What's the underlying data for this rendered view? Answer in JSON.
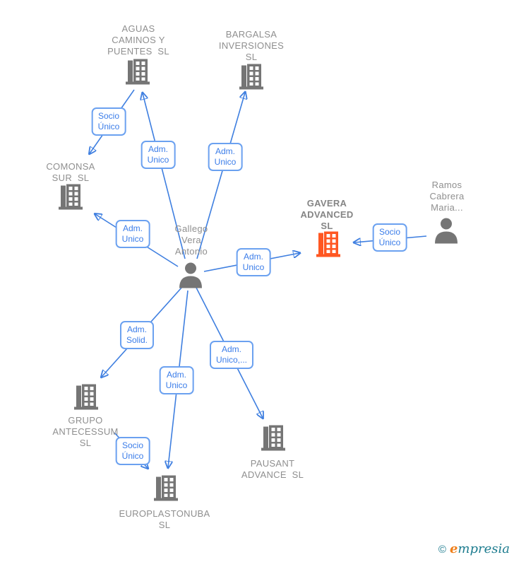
{
  "diagram": {
    "nodes": [
      {
        "id": "aguas",
        "type": "company",
        "label": "AGUAS\nCAMINOS Y\nPUENTES  SL"
      },
      {
        "id": "bargalsa",
        "type": "company",
        "label": "BARGALSA\nINVERSIONES\nSL"
      },
      {
        "id": "comonsa",
        "type": "company",
        "label": "COMONSA\nSUR  SL"
      },
      {
        "id": "gavera",
        "type": "company",
        "label": "GAVERA\nADVANCED\nSL",
        "highlighted": true
      },
      {
        "id": "ramos",
        "type": "person",
        "label": "Ramos\nCabrera\nMaria..."
      },
      {
        "id": "gallego",
        "type": "person",
        "label": "Gallego\nVera\nAntonio"
      },
      {
        "id": "grupo",
        "type": "company",
        "label": "GRUPO\nANTECESSUM\nSL"
      },
      {
        "id": "europlastonuba",
        "type": "company",
        "label": "EUROPLASTONUBA\nSL"
      },
      {
        "id": "pausant",
        "type": "company",
        "label": "PAUSANT\nADVANCE  SL"
      }
    ],
    "edges": [
      {
        "from": "aguas",
        "to": "comonsa",
        "label": "Socio\nÚnico"
      },
      {
        "from": "gallego",
        "to": "aguas",
        "label": "Adm.\nUnico"
      },
      {
        "from": "gallego",
        "to": "bargalsa",
        "label": "Adm.\nUnico"
      },
      {
        "from": "gallego",
        "to": "comonsa",
        "label": "Adm.\nUnico"
      },
      {
        "from": "gallego",
        "to": "gavera",
        "label": "Adm.\nUnico"
      },
      {
        "from": "ramos",
        "to": "gavera",
        "label": "Socio\nÚnico"
      },
      {
        "from": "gallego",
        "to": "grupo",
        "label": "Adm.\nSolid."
      },
      {
        "from": "gallego",
        "to": "europlastonuba",
        "label": "Adm.\nUnico"
      },
      {
        "from": "gallego",
        "to": "pausant",
        "label": "Adm.\nUnico,..."
      },
      {
        "from": "grupo",
        "to": "europlastonuba",
        "label": "Socio\nÚnico"
      }
    ],
    "colors": {
      "node_text": "#8f8f8f",
      "icon_gray": "#757575",
      "highlight_orange": "#ff5722",
      "edge_blue": "#3f7fe0"
    }
  },
  "footer": {
    "copyright_symbol": "©",
    "brand_first_letter": "e",
    "brand_rest": "mpresia"
  }
}
